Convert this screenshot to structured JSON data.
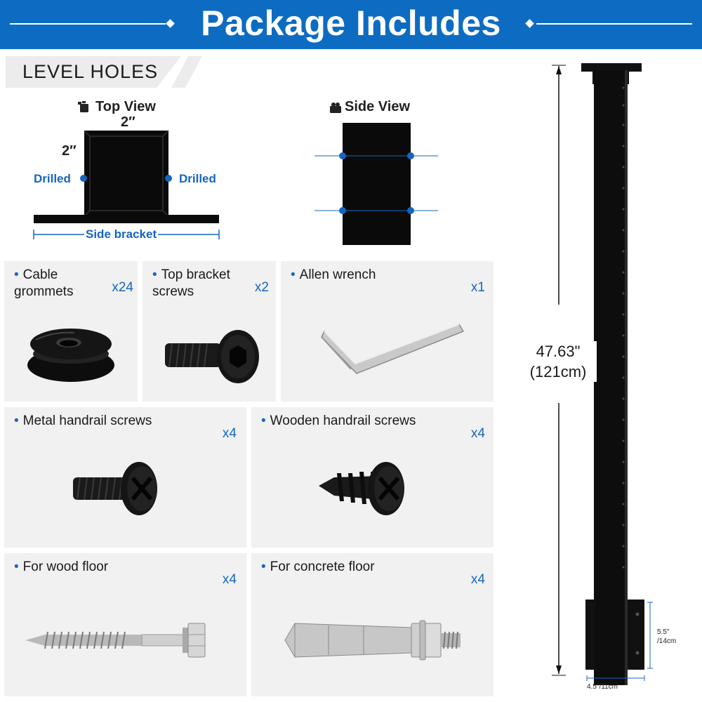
{
  "header": {
    "title": "Package Includes"
  },
  "level_holes": {
    "title": "LEVEL HOLES",
    "top_view": {
      "title": "Top View",
      "icon": "camera-top-icon",
      "width_label": "2″",
      "height_label": "2″",
      "left_label": "Drilled",
      "right_label": "Drilled",
      "bracket_label": "Side bracket"
    },
    "side_view": {
      "title": "Side View",
      "icon": "camera-side-icon"
    }
  },
  "items": [
    {
      "label": "Cable grommets",
      "qty": "x24",
      "icon": "grommet-icon"
    },
    {
      "label": "Top bracket screws",
      "qty": "x2",
      "icon": "hex-socket-screw-icon"
    },
    {
      "label": "Allen wrench",
      "qty": "x1",
      "icon": "allen-wrench-icon"
    },
    {
      "label": "Metal handrail screws",
      "qty": "x4",
      "icon": "phillips-machine-screw-icon"
    },
    {
      "label": "Wooden handrail screws",
      "qty": "x4",
      "icon": "phillips-wood-screw-icon"
    },
    {
      "label": "For wood floor",
      "qty": "x4",
      "icon": "lag-bolt-icon"
    },
    {
      "label": "For concrete floor",
      "qty": "x4",
      "icon": "sleeve-anchor-icon"
    }
  ],
  "post": {
    "height_label_1": "47.63\"",
    "height_label_2": "(121cm)",
    "bracket_height_1": "5.5\"",
    "bracket_height_2": "/14cm",
    "bracket_width": "4.5\"/11cm"
  },
  "colors": {
    "brand_blue": "#0d6cc2",
    "accent_blue": "#1565c0",
    "card_gray": "#f1f1f1",
    "post": "#111111"
  }
}
